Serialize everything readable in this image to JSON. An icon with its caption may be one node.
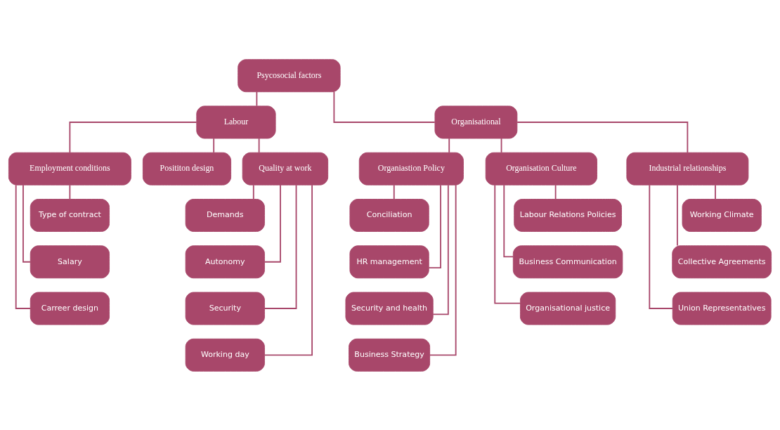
{
  "diagram": {
    "nodes": [
      {
        "text": [
          "Psycosocial factors"
        ]
      },
      {
        "text": [
          "Labour"
        ]
      },
      {
        "text": [
          "Organisational"
        ]
      },
      {
        "text": [
          "Employment conditions"
        ]
      },
      {
        "text": [
          "Posititon design"
        ]
      },
      {
        "text": [
          "Quality at work"
        ]
      },
      {
        "text": [
          "Organiastion Policy"
        ]
      },
      {
        "text": [
          "Organisation Culture"
        ]
      },
      {
        "text": [
          "Industrial relationships"
        ]
      },
      {
        "text": [
          "Type of contract"
        ]
      },
      {
        "text": [
          "Salary"
        ]
      },
      {
        "text": [
          "Carreer design"
        ]
      },
      {
        "text": [
          "Demands"
        ]
      },
      {
        "text": [
          "Autonomy"
        ]
      },
      {
        "text": [
          "Security"
        ]
      },
      {
        "text": [
          "Working day"
        ]
      },
      {
        "text": [
          "Conciliation"
        ]
      },
      {
        "text": [
          "HR management"
        ]
      },
      {
        "text": [
          "Security and health"
        ]
      },
      {
        "text": [
          "Business Strategy"
        ]
      },
      {
        "text": [
          "Labour Relations Policies"
        ]
      },
      {
        "text": [
          "Business Communication"
        ]
      },
      {
        "text": [
          "Organisational justice"
        ]
      },
      {
        "text": [
          "Working Climate"
        ]
      },
      {
        "text": [
          "Collective Agreements"
        ]
      },
      {
        "text": [
          "Union Representatives"
        ]
      }
    ],
    "edges": [
      {
        "from": 0,
        "to": 1,
        "arrow": "none"
      },
      {
        "from": 0,
        "to": 2,
        "arrow": "none"
      },
      {
        "from": 1,
        "to": 3,
        "arrow": "none"
      },
      {
        "from": 1,
        "to": 4,
        "arrow": "none"
      },
      {
        "from": 1,
        "to": 5,
        "arrow": "none"
      },
      {
        "from": 2,
        "to": 6,
        "arrow": "none"
      },
      {
        "from": 2,
        "to": 7,
        "arrow": "none"
      },
      {
        "from": 2,
        "to": 8,
        "arrow": "none"
      },
      {
        "from": 3,
        "to": 9,
        "arrow": "none"
      },
      {
        "from": 3,
        "to": 10,
        "arrow": "none"
      },
      {
        "from": 3,
        "to": 11,
        "arrow": "none"
      },
      {
        "from": 5,
        "to": 12,
        "arrow": "none"
      },
      {
        "from": 5,
        "to": 13,
        "arrow": "none"
      },
      {
        "from": 5,
        "to": 14,
        "arrow": "none"
      },
      {
        "from": 5,
        "to": 15,
        "arrow": "none"
      },
      {
        "from": 6,
        "to": 16,
        "arrow": "none"
      },
      {
        "from": 6,
        "to": 17,
        "arrow": "none"
      },
      {
        "from": 6,
        "to": 18,
        "arrow": "none"
      },
      {
        "from": 6,
        "to": 19,
        "arrow": "none"
      },
      {
        "from": 7,
        "to": 20,
        "arrow": "none"
      },
      {
        "from": 7,
        "to": 21,
        "arrow": "none"
      },
      {
        "from": 7,
        "to": 22,
        "arrow": "none"
      },
      {
        "from": 8,
        "to": 23,
        "arrow": "none"
      },
      {
        "from": 8,
        "to": 24,
        "arrow": "none"
      },
      {
        "from": 8,
        "to": 25,
        "arrow": "none"
      }
    ]
  }
}
